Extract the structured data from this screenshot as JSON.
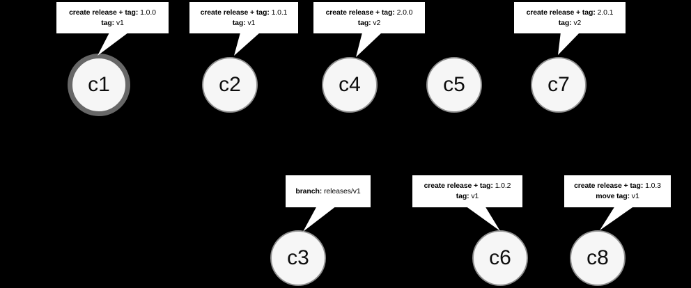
{
  "colors": {
    "background": "#000000",
    "callout_bg": "#ffffff",
    "callout_text": "#000000",
    "node_fill": "#f6f6f6",
    "node_border": "#8f8f8f",
    "head_node_ring": "#676767"
  },
  "nodes": [
    {
      "id": "c1",
      "label": "c1"
    },
    {
      "id": "c2",
      "label": "c2"
    },
    {
      "id": "c3",
      "label": "c3"
    },
    {
      "id": "c4",
      "label": "c4"
    },
    {
      "id": "c5",
      "label": "c5"
    },
    {
      "id": "c6",
      "label": "c6"
    },
    {
      "id": "c7",
      "label": "c7"
    },
    {
      "id": "c8",
      "label": "c8"
    }
  ],
  "callouts": [
    {
      "node": "c1",
      "lines": [
        {
          "bold": "create release + tag:",
          "rest": " 1.0.0"
        },
        {
          "bold": "tag:",
          "rest": " v1"
        }
      ]
    },
    {
      "node": "c2",
      "lines": [
        {
          "bold": "create release + tag:",
          "rest": " 1.0.1"
        },
        {
          "bold": "tag:",
          "rest": " v1"
        }
      ]
    },
    {
      "node": "c4",
      "lines": [
        {
          "bold": "create release + tag:",
          "rest": " 2.0.0"
        },
        {
          "bold": "tag:",
          "rest": " v2"
        }
      ]
    },
    {
      "node": "c7",
      "lines": [
        {
          "bold": "create release + tag:",
          "rest": " 2.0.1"
        },
        {
          "bold": "tag:",
          "rest": " v2"
        }
      ]
    },
    {
      "node": "c3",
      "lines": [
        {
          "bold": "branch:",
          "rest": " releases/v1"
        }
      ]
    },
    {
      "node": "c6",
      "lines": [
        {
          "bold": "create release + tag:",
          "rest": " 1.0.2"
        },
        {
          "bold": "tag:",
          "rest": " v1"
        }
      ]
    },
    {
      "node": "c8",
      "lines": [
        {
          "bold": "create release + tag:",
          "rest": " 1.0.3"
        },
        {
          "bold": "move tag:",
          "rest": " v1"
        }
      ]
    }
  ]
}
